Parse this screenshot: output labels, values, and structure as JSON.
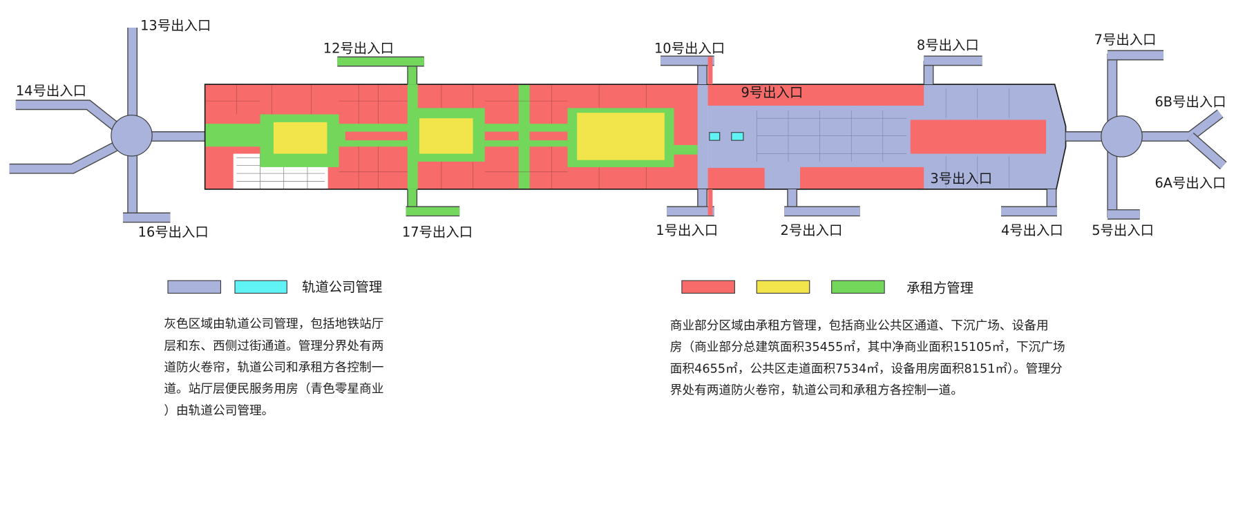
{
  "colors": {
    "rail_gray": "#a9b3dc",
    "rail_cyan": "#5ff3f6",
    "tenant_red": "#f76b6b",
    "tenant_yellow": "#f2e44b",
    "tenant_green": "#73d75c",
    "outline": "#3a3a3a",
    "blank": "#ffffff"
  },
  "exits": {
    "exit_1": "1号出入口",
    "exit_2": "2号出入口",
    "exit_3": "3号出入口",
    "exit_4": "4号出入口",
    "exit_5": "5号出入口",
    "exit_6a": "6A号出入口",
    "exit_6b": "6B号出入口",
    "exit_7": "7号出入口",
    "exit_8": "8号出入口",
    "exit_9": "9号出入口",
    "exit_10": "10号出入口",
    "exit_12": "12号出入口",
    "exit_13": "13号出入口",
    "exit_14": "14号出入口",
    "exit_16": "16号出入口",
    "exit_17": "17号出入口"
  },
  "legend": {
    "rail": {
      "label": "轨道公司管理",
      "swatch_colors": [
        "#a9b3dc",
        "#5ff3f6"
      ]
    },
    "tenant": {
      "label": "承租方管理",
      "swatch_colors": [
        "#f76b6b",
        "#f2e44b",
        "#73d75c"
      ]
    }
  },
  "descriptions": {
    "rail_lines": [
      "灰色区域由轨道公司管理，包括地铁站厅",
      "层和东、西侧过街通道。管理分界处有两",
      "道防火卷帘，轨道公司和承租方各控制一",
      "道。站厅层便民服务用房（青色零星商业",
      "）由轨道公司管理。"
    ],
    "tenant_lines": [
      "商业部分区域由承租方管理，包括商业公共区通道、下沉广场、设备用",
      "房（商业部分总建筑面积35455㎡，其中净商业面积15105㎡，下沉广场",
      "面积4655㎡，公共区走道面积7534㎡，设备用房面积8151㎡）。管理分",
      "界处有两道防火卷帘，轨道公司和承租方各控制一道。"
    ]
  }
}
